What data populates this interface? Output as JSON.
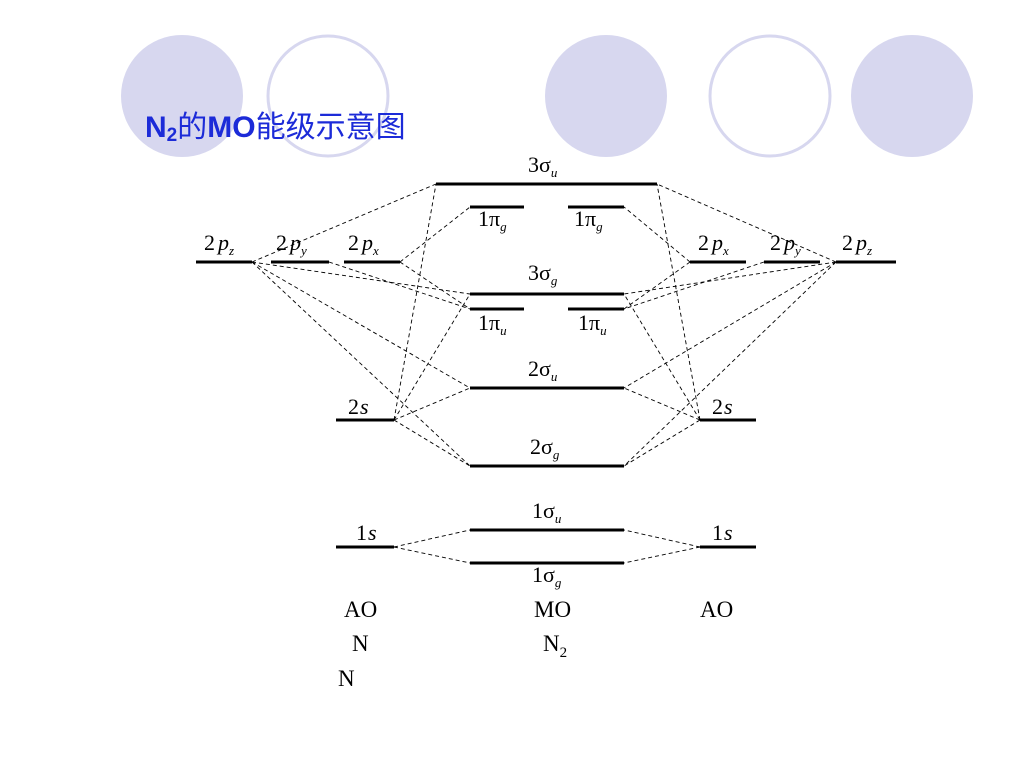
{
  "title": {
    "main": "N",
    "sub": "2",
    "cjk1": "的",
    "mo": "MO",
    "cjk2": "能级示意图"
  },
  "colors": {
    "title": "#1c2bd8",
    "circle_fill": "#d7d7ef",
    "circle_stroke": "#d7d7ef"
  },
  "decor_circles": [
    {
      "filled": true
    },
    {
      "filled": false
    },
    {
      "filled": true
    },
    {
      "filled": false
    },
    {
      "filled": true
    }
  ],
  "levels": {
    "mo_3su": {
      "main": "3σ",
      "sub": "u"
    },
    "mo_1pg_left": {
      "main": "1π",
      "sub": "g"
    },
    "mo_1pg_right": {
      "main": "1π",
      "sub": "g"
    },
    "mo_3sg": {
      "main": "3σ",
      "sub": "g"
    },
    "mo_1pu_left": {
      "main": "1π",
      "sub": "u"
    },
    "mo_1pu_right": {
      "main": "1π",
      "sub": "u"
    },
    "mo_2su": {
      "main": "2σ",
      "sub": "u"
    },
    "mo_2sg": {
      "main": "2σ",
      "sub": "g"
    },
    "mo_1su": {
      "main": "1σ",
      "sub": "u"
    },
    "mo_1sg": {
      "main": "1σ",
      "sub": "g"
    },
    "ao_left_2pz": {
      "num": "2",
      "main": "p",
      "sub": "z"
    },
    "ao_left_2py": {
      "num": "2",
      "main": "p",
      "sub": "y"
    },
    "ao_left_2px": {
      "num": "2",
      "main": "p",
      "sub": "x"
    },
    "ao_right_2px": {
      "num": "2",
      "main": "p",
      "sub": "x"
    },
    "ao_right_2py": {
      "num": "2",
      "main": "p",
      "sub": "y"
    },
    "ao_right_2pz": {
      "num": "2",
      "main": "p",
      "sub": "z"
    },
    "ao_left_2s": {
      "num": "2",
      "main": "s"
    },
    "ao_right_2s": {
      "num": "2",
      "main": "s"
    },
    "ao_left_1s": {
      "num": "1",
      "main": "s"
    },
    "ao_right_1s": {
      "num": "1",
      "main": "s"
    }
  },
  "footer": {
    "left_ao": "AO",
    "left_atom_1": "N",
    "left_atom_2": "N",
    "center_mo": "MO",
    "center_mol": "N",
    "center_mol_sub": "2",
    "right_ao": "AO"
  }
}
